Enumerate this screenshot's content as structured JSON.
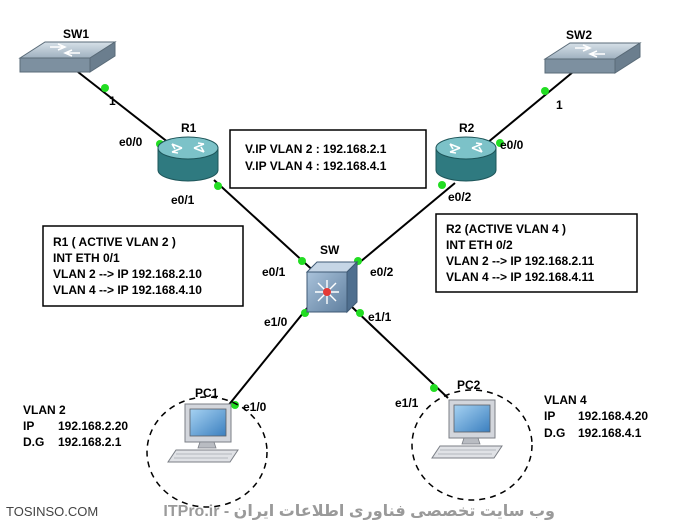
{
  "devices": {
    "sw1": "SW1",
    "sw2": "SW2",
    "r1": "R1",
    "r2": "R2",
    "sw": "SW",
    "pc1": "PC1",
    "pc2": "PC2"
  },
  "ports": {
    "sw1_r1": "1",
    "sw2_r2": "1",
    "r1_e00": "e0/0",
    "r1_e01": "e0/1",
    "r2_e00": "e0/0",
    "r2_e02": "e0/2",
    "sw_e01": "e0/1",
    "sw_e02": "e0/2",
    "sw_e10": "e1/0",
    "sw_e11": "e1/1",
    "pc1_e10": "e1/0",
    "pc2_e11": "e1/1"
  },
  "vip_box": {
    "lines": [
      "V.IP VLAN 2 : 192.168.2.1",
      "V.IP VLAN 4 : 192.168.4.1"
    ]
  },
  "r1_box": {
    "lines": [
      "R1 ( ACTIVE VLAN 2 )",
      "INT ETH 0/1",
      "VLAN 2 --> IP 192.168.2.10",
      "VLAN 4 --> IP 192.168.4.10"
    ]
  },
  "r2_box": {
    "lines": [
      "R2 (ACTIVE VLAN 4 )",
      "INT ETH 0/2",
      "VLAN 2 --> IP 192.168.2.11",
      "VLAN 4 --> IP 192.168.4.11"
    ]
  },
  "pc1_info": {
    "vlan": "VLAN 2",
    "ip_label": "IP",
    "ip_value": "192.168.2.20",
    "dg_label": "D.G",
    "dg_value": "192.168.2.1"
  },
  "pc2_info": {
    "vlan": "VLAN 4",
    "ip_label": "IP",
    "ip_value": "192.168.4.20",
    "dg_label": "D.G",
    "dg_value": "192.168.4.1"
  },
  "footer": {
    "left": "TOSINSO.COM",
    "right": "ITPro.ir - وب سایت تخصصی فناوری اطلاعات ایران"
  },
  "colors": {
    "link": "#000000",
    "port_dot": "#22dd22",
    "device_teal": "#4f9aa0",
    "switch_gray": "#8fa3b3",
    "pc_gray": "#c9ccd2"
  }
}
